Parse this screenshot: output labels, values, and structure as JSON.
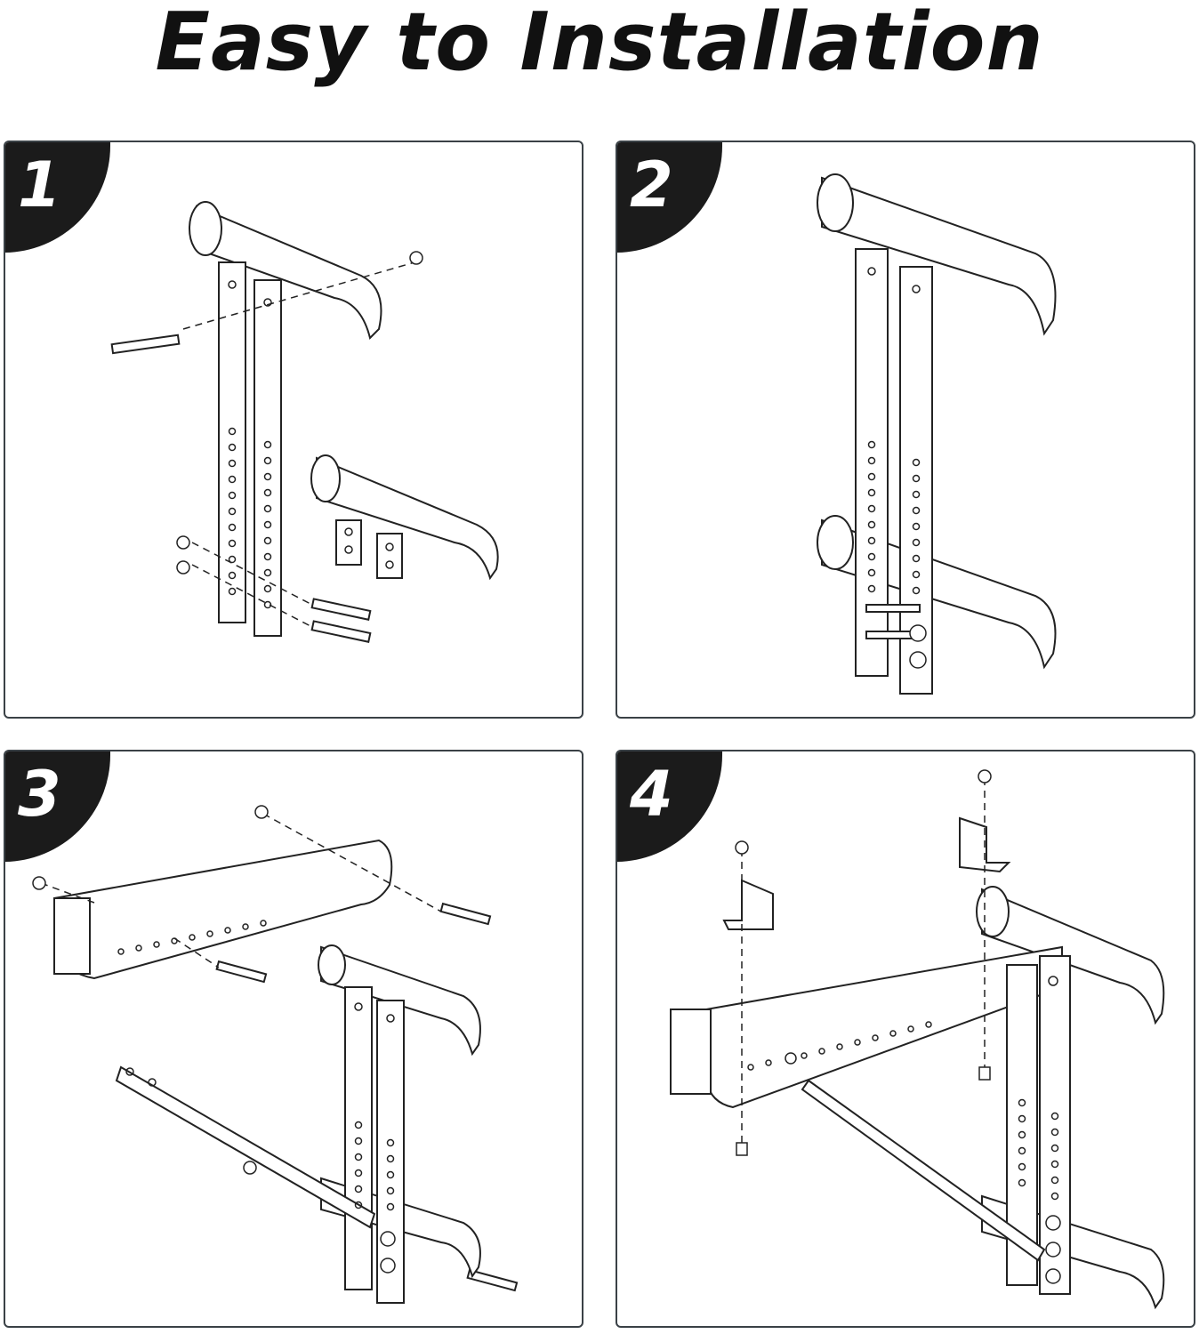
{
  "title": "Easy to Installation",
  "steps": [
    {
      "number": "1"
    },
    {
      "number": "2"
    },
    {
      "number": "3"
    },
    {
      "number": "4"
    }
  ]
}
